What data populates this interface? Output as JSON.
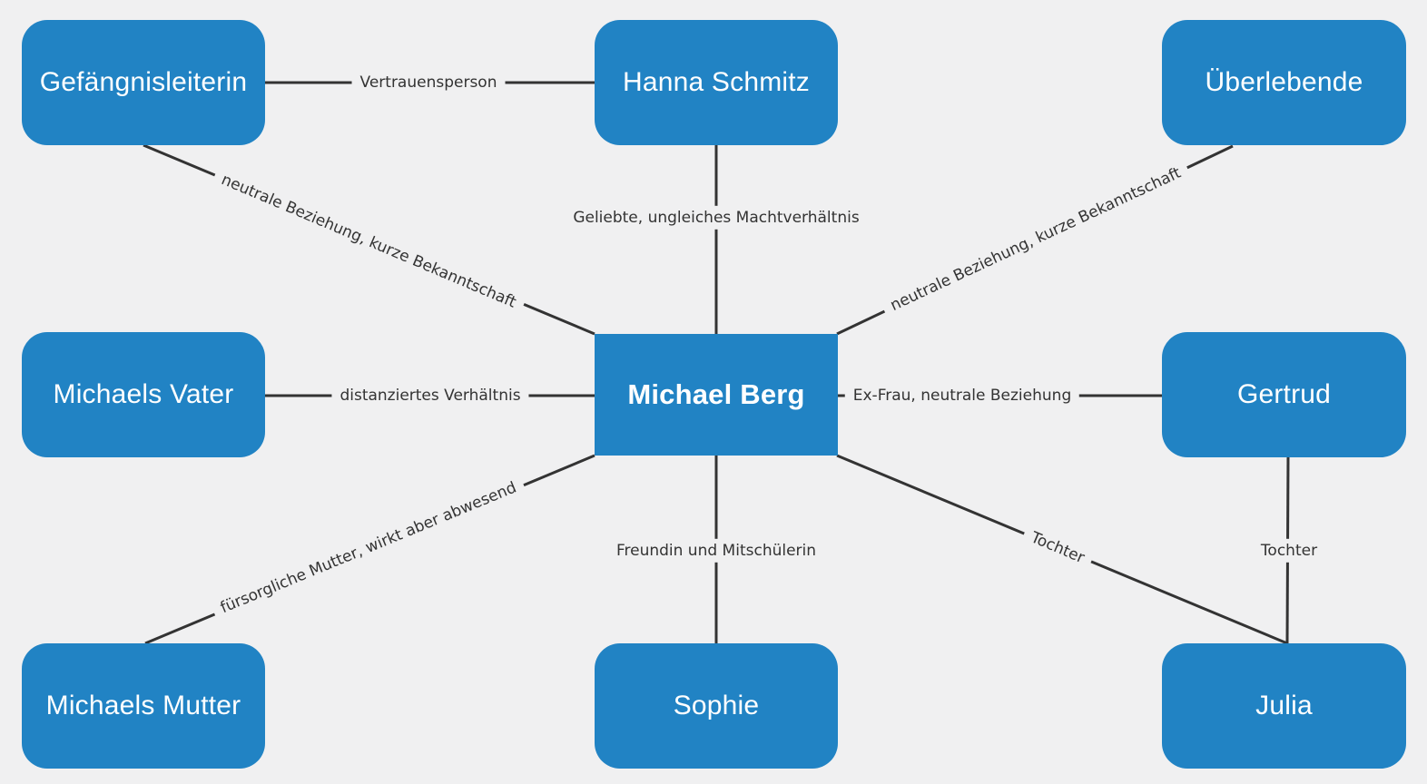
{
  "diagram": {
    "background_color": "#f0f0f1",
    "node_color": "#2183c4",
    "node_text_color": "#ffffff",
    "line_color": "#333333",
    "nodes": [
      {
        "id": "gefaengnisleiterin",
        "label": "Gefängnisleiterin"
      },
      {
        "id": "hanna-schmitz",
        "label": "Hanna Schmitz"
      },
      {
        "id": "ueberlebende",
        "label": "Überlebende"
      },
      {
        "id": "michaels-vater",
        "label": "Michaels Vater"
      },
      {
        "id": "michael-berg",
        "label": "Michael Berg",
        "central": true
      },
      {
        "id": "gertrud",
        "label": "Gertrud"
      },
      {
        "id": "michaels-mutter",
        "label": "Michaels Mutter"
      },
      {
        "id": "sophie",
        "label": "Sophie"
      },
      {
        "id": "julia",
        "label": "Julia"
      }
    ],
    "edges": [
      {
        "from": "gefaengnisleiterin",
        "to": "hanna-schmitz",
        "label": "Vertrauensperson"
      },
      {
        "from": "hanna-schmitz",
        "to": "michael-berg",
        "label": "Geliebte, ungleiches Machtverhältnis"
      },
      {
        "from": "gefaengnisleiterin",
        "to": "michael-berg",
        "label": "neutrale Beziehung, kurze Bekanntschaft"
      },
      {
        "from": "ueberlebende",
        "to": "michael-berg",
        "label": "neutrale Beziehung, kurze Bekanntschaft"
      },
      {
        "from": "michaels-vater",
        "to": "michael-berg",
        "label": "distanziertes Verhältnis"
      },
      {
        "from": "michael-berg",
        "to": "gertrud",
        "label": "Ex-Frau, neutrale Beziehung"
      },
      {
        "from": "michaels-mutter",
        "to": "michael-berg",
        "label": "fürsorgliche Mutter, wirkt aber abwesend"
      },
      {
        "from": "sophie",
        "to": "michael-berg",
        "label": "Freundin und Mitschülerin"
      },
      {
        "from": "michael-berg",
        "to": "julia",
        "label": "Tochter"
      },
      {
        "from": "gertrud",
        "to": "julia",
        "label": "Tochter"
      }
    ]
  }
}
